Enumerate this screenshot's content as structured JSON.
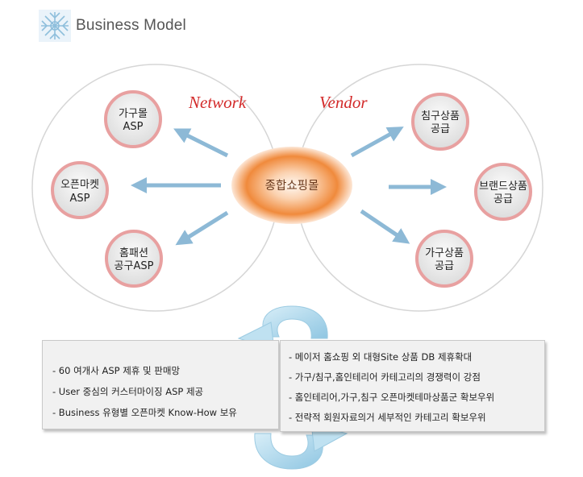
{
  "header": {
    "title": "Business Model",
    "logo_icon": "snowflake-logo-icon"
  },
  "labels": {
    "network": "Network",
    "vendor": "Vendor"
  },
  "center": {
    "label": "종합쇼핑몰"
  },
  "network_nodes": [
    {
      "line1": "가구몰",
      "line2": "ASP"
    },
    {
      "line1": "오픈마켓",
      "line2": "ASP"
    },
    {
      "line1": "홈패션",
      "line2": "공구ASP"
    }
  ],
  "vendor_nodes": [
    {
      "line1": "침구상품",
      "line2": "공급"
    },
    {
      "line1": "브랜드상품",
      "line2": "공급"
    },
    {
      "line1": "가구상품",
      "line2": "공급"
    }
  ],
  "left_box": {
    "items": [
      "- 60 여개사 ASP 제휴 및 판매망",
      "- User 중심의 커스터마이징 ASP 제공",
      "- Business 유형별 오픈마켓 Know-How 보유"
    ]
  },
  "right_box": {
    "items": [
      "- 메이저 홈쇼핑 외 대형Site 상품 DB 제휴확대",
      "- 가구/침구,홈인테리어 카테고리의 경쟁력이 강점",
      "- 홈인테리어,가구,침구 오픈마켓테마상품군 확보우위",
      "- 전략적 회원자료의거 세부적인 카테고리 확보우위"
    ]
  },
  "colors": {
    "arrow": "#8db9d6",
    "cycle_arrow": "#a9d4e8",
    "node_ring": "#e8a0a0",
    "label_red": "#d32a2a",
    "center_orange": "#f08a3c"
  }
}
